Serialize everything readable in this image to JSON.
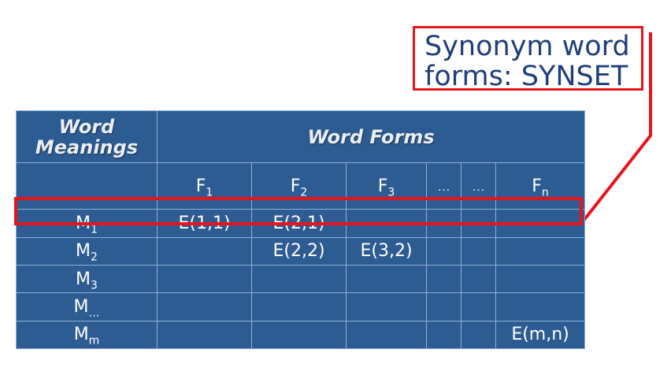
{
  "callout": {
    "line1": "Synonym word",
    "line2": "forms: SYNSET"
  },
  "table": {
    "meanings_header_line1": "Word",
    "meanings_header_line2": "Meanings",
    "forms_header": "Word Forms",
    "columns": [
      {
        "base": "F",
        "sub": "1"
      },
      {
        "base": "F",
        "sub": "2"
      },
      {
        "base": "F",
        "sub": "3"
      },
      {
        "text": "…"
      },
      {
        "text": "…"
      },
      {
        "base": "F",
        "sub": "n"
      }
    ],
    "rows": [
      {
        "base": "M",
        "sub": "1",
        "cells": [
          "E(1,1)",
          "E(2,1)",
          "",
          "",
          "",
          ""
        ]
      },
      {
        "base": "M",
        "sub": "2",
        "cells": [
          "",
          "E(2,2)",
          "E(3,2)",
          "",
          "",
          ""
        ]
      },
      {
        "base": "M",
        "sub": "3",
        "cells": [
          "",
          "",
          "",
          "",
          "",
          ""
        ]
      },
      {
        "base": "M",
        "sub": "…",
        "cells": [
          "",
          "",
          "",
          "",
          "",
          ""
        ]
      },
      {
        "base": "M",
        "sub": "m",
        "cells": [
          "",
          "",
          "",
          "",
          "",
          "E(m,n)"
        ]
      }
    ]
  },
  "colors": {
    "table_bg": "#2d5c93",
    "highlight": "#e8141c",
    "callout_text": "#1f3f7a"
  }
}
